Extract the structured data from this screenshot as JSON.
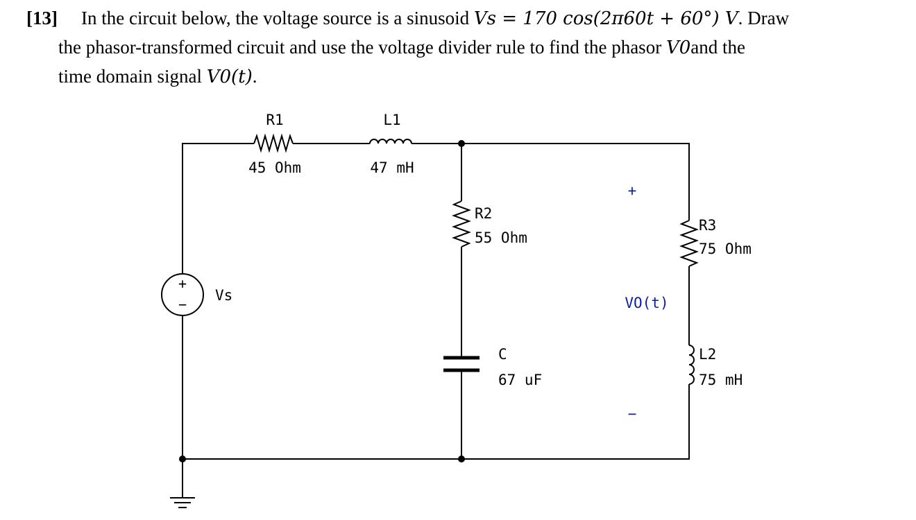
{
  "problem": {
    "number": "[13]",
    "line1_text": "In the circuit below, the voltage source is a sinusoid",
    "source_expression": "Vs = 170 cos(2π60t + 60°) V",
    "line1_tail": ". Draw",
    "line2_text": "the phasor-transformed circuit and use the voltage divider rule to find the phasor",
    "phasor_symbol": "V0",
    "line2_tail": "and the",
    "line3_text": "time domain signal",
    "time_signal": "V0(t)",
    "line3_tail": "."
  },
  "circuit": {
    "source": {
      "name": "Vs",
      "plus": "+",
      "minus": "−"
    },
    "r1": {
      "name": "R1",
      "value": "45 Ohm"
    },
    "l1": {
      "name": "L1",
      "value": "47 mH"
    },
    "r2": {
      "name": "R2",
      "value": "55 Ohm"
    },
    "c": {
      "name": "C",
      "value": "67 uF"
    },
    "r3": {
      "name": "R3",
      "value": "75 Ohm"
    },
    "l2": {
      "name": "L2",
      "value": "75 mH"
    },
    "output": {
      "label": "VO(t)",
      "plus": "+",
      "minus": "−"
    }
  }
}
